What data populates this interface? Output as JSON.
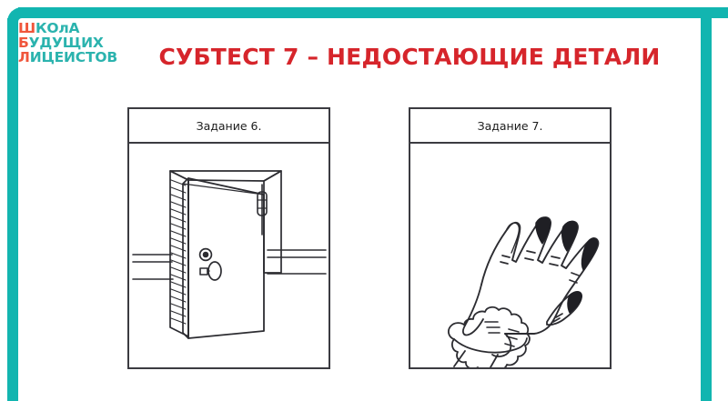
{
  "slide": {
    "title": "СУБТЕСТ 7 – НЕДОСТАЮЩИЕ ДЕТАЛИ",
    "background_color": "#ffffff"
  },
  "logo": {
    "lines": [
      {
        "accent": "Ш",
        "rest": "КОлА"
      },
      {
        "accent": "Б",
        "rest": "УДУЩИХ"
      },
      {
        "accent": "Л",
        "rest": "ИЦЕИСТОВ"
      }
    ],
    "full_text": "ШКОЛА БУДУЩИХ ЛИЦЕИСТОВ",
    "accent_color": "#F0563C",
    "text_color": "#2BB3AE"
  },
  "theme": {
    "teal": "#12B5B0",
    "title_red": "#D6252B",
    "logo_red": "#F0563C",
    "logo_teal": "#2BB3AE",
    "ink": "#3b3b41"
  },
  "panels": [
    {
      "id": "task-6",
      "header": "Задание 6.",
      "illustration": "open-door-illustration",
      "illustration_label": "Открытая дверь с ручкой, замком и петлёй"
    },
    {
      "id": "task-7",
      "header": "Задание 7.",
      "illustration": "hand-illustration",
      "illustration_label": "Кисть руки с накрашенными ногтями и рукавом с рюшами"
    }
  ]
}
